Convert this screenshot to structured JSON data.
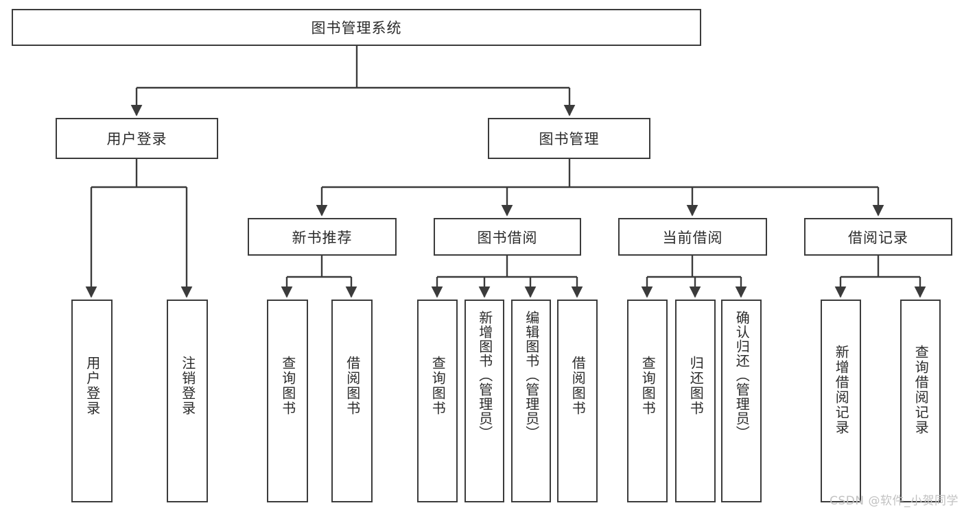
{
  "diagram": {
    "title": "图书管理系统",
    "type": "functional-structure-tree",
    "watermark": "CSDN @软件_小贺同学",
    "colors": {
      "stroke": "#3b3b3b",
      "fill": "#ffffff",
      "text": "#2b2b2b",
      "watermark": "#c2c2c2"
    },
    "levels": {
      "root": {
        "label": "图书管理系统"
      },
      "level2": [
        {
          "label": "用户登录"
        },
        {
          "label": "图书管理"
        }
      ],
      "level3": [
        {
          "label": "新书推荐"
        },
        {
          "label": "图书借阅"
        },
        {
          "label": "当前借阅"
        },
        {
          "label": "借阅记录"
        }
      ],
      "level4": [
        {
          "label": "用户登录"
        },
        {
          "label": "注销登录"
        },
        {
          "label": "查询图书"
        },
        {
          "label": "借阅图书"
        },
        {
          "label": "查询图书"
        },
        {
          "label": "新增图书（管理员）"
        },
        {
          "label": "编辑图书（管理员）"
        },
        {
          "label": "借阅图书"
        },
        {
          "label": "查询图书"
        },
        {
          "label": "归还图书"
        },
        {
          "label": "确认归还（管理员）"
        },
        {
          "label": "新增借阅记录"
        },
        {
          "label": "查询借阅记录"
        }
      ]
    }
  }
}
